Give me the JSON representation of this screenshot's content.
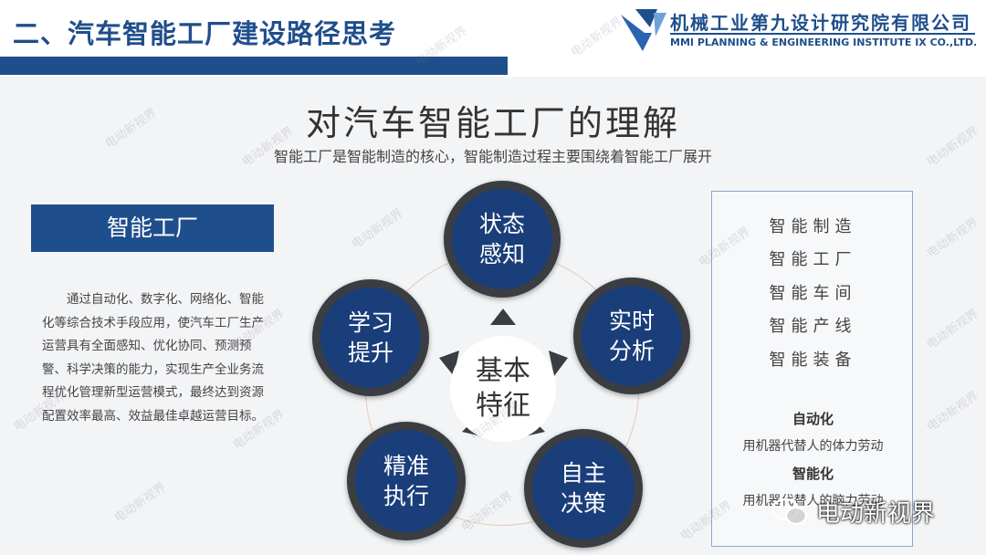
{
  "header": {
    "section_title": "二、汽车智能工厂建设路径思考",
    "company_cn": "机械工业第九设计研究院有限公司",
    "company_en": "MMI PLANNING & ENGINEERING  INSTITUTE IX CO.,LTD."
  },
  "slide": {
    "title": "对汽车智能工厂的理解",
    "subtitle": "智能工厂是智能制造的核心，智能制造过程主要围绕着智能工厂展开"
  },
  "left": {
    "box_title": "智能工厂",
    "description": "通过自动化、数字化、网络化、智能化等综合技术手段应用，使汽车工厂生产运营具有全面感知、优化协同、预测预警、科学决策的能力，实现生产全业务流程优化管理新型运营模式，最终达到资源配置效率最高、效益最佳卓越运营目标。"
  },
  "diagram": {
    "center": "基本特征",
    "nodes": [
      {
        "label": "状态感知"
      },
      {
        "label": "实时分析"
      },
      {
        "label": "自主决策"
      },
      {
        "label": "精准执行"
      },
      {
        "label": "学习提升"
      }
    ]
  },
  "right": {
    "items": [
      "智能制造",
      "智能工厂",
      "智能车间",
      "智能产线",
      "智能装备"
    ],
    "automation_head": "自动化",
    "automation_desc": "用机器代替人的体力劳动",
    "intelligence_head": "智能化",
    "intelligence_desc": "用机器代替人的脑力劳动"
  },
  "watermark": "电动新视界",
  "badge": "电动新视界",
  "colors": {
    "brand": "#1f4e8c",
    "node_fill": "#1a3e7a",
    "node_ring": "#3a3d42"
  }
}
